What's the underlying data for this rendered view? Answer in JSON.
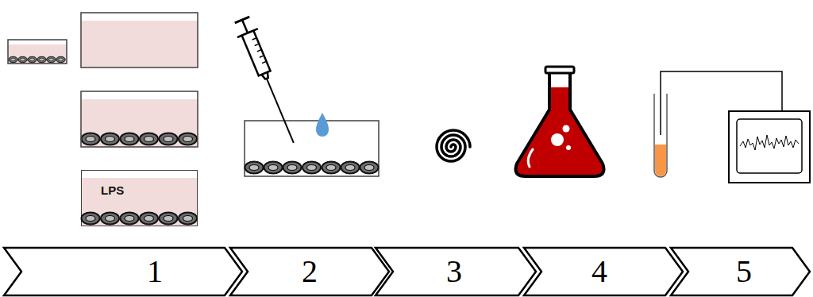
{
  "diagram": {
    "nodes": [
      {
        "text": [
          "LPS"
        ]
      },
      {
        "text": [
          "1"
        ]
      },
      {
        "text": [
          "2"
        ]
      },
      {
        "text": [
          "3"
        ]
      },
      {
        "text": [
          "4"
        ]
      },
      {
        "text": [
          "5"
        ]
      }
    ]
  }
}
